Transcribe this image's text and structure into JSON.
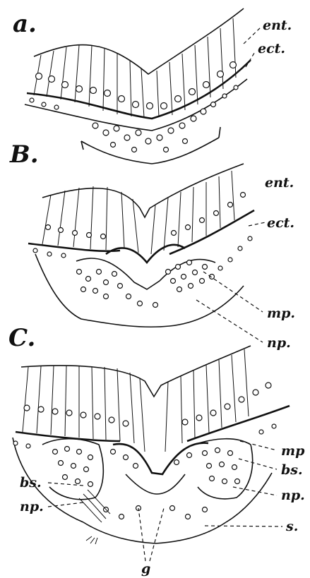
{
  "panels": {
    "a": {
      "letter": "a."
    },
    "b": {
      "letter": "B."
    },
    "c": {
      "letter": "C."
    }
  },
  "labels": {
    "a_ent": "ent.",
    "a_ect": "ect.",
    "b_ent": "ent.",
    "b_ect": "ect.",
    "b_mp": "mp.",
    "b_np": "np.",
    "c_mp": "mp",
    "c_bs_right": "bs.",
    "c_np_right": "np.",
    "c_s": "s.",
    "c_bs_left": "bs.",
    "c_np_left": "np.",
    "c_g": "g"
  }
}
